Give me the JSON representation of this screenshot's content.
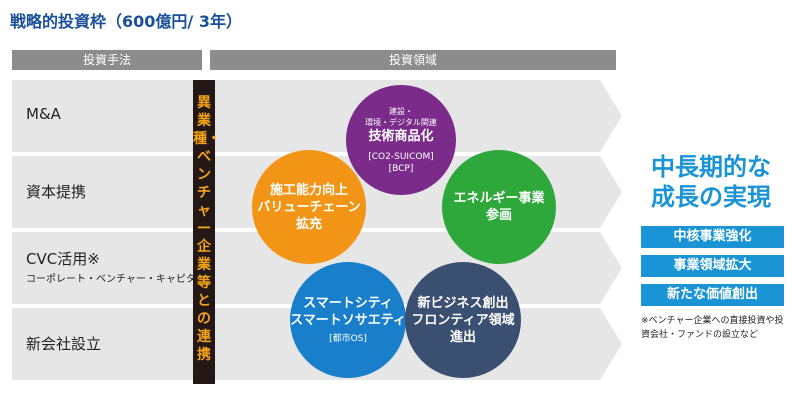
{
  "title": "戦略的投資枠（600億円/ 3年）",
  "headers": {
    "method": "投資手法",
    "domain": "投資領域"
  },
  "rows": [
    {
      "label": "M&A",
      "sub": ""
    },
    {
      "label": "資本提携",
      "sub": ""
    },
    {
      "label": "CVC活用※",
      "sub": "コーポレート・ベンチャー・キャピタル"
    },
    {
      "label": "新会社設立",
      "sub": ""
    }
  ],
  "vertical_bar": "異業種・ベンチャー企業等との連携",
  "circles": {
    "top": {
      "small_line1": "建設・",
      "small_line2": "環境・デジタル関連",
      "main": "技術商品化",
      "note1": "[CO2-SUICOM]",
      "note2": "[BCP]",
      "color": "#7b2c8a"
    },
    "left": {
      "line1": "施工能力向上",
      "line2": "バリューチェーン",
      "line3": "拡充",
      "color": "#f29416"
    },
    "right": {
      "line1": "エネルギー事業",
      "line2": "参画",
      "color": "#2ea83a"
    },
    "bottom_left": {
      "line1": "スマートシティ",
      "line2": "スマートソサエティ",
      "note": "[都市OS]",
      "color": "#1a7fcb"
    },
    "bottom_right": {
      "line1": "新ビジネス創出",
      "line2": "フロンティア領域",
      "line3": "進出",
      "color": "#3b5070"
    }
  },
  "goal": {
    "line1": "中長期的な",
    "line2": "成長の実現"
  },
  "goal_items": [
    "中核事業強化",
    "事業領域拡大",
    "新たな価値創出"
  ],
  "note": "※ベンチャー企業への直接投資や投資会社・ファンドの設立など",
  "colors": {
    "row_fill": "#e6e6e6",
    "title": "#1a4f9a",
    "accent": "#1a94d4",
    "bar_text": "#f5a31a"
  }
}
